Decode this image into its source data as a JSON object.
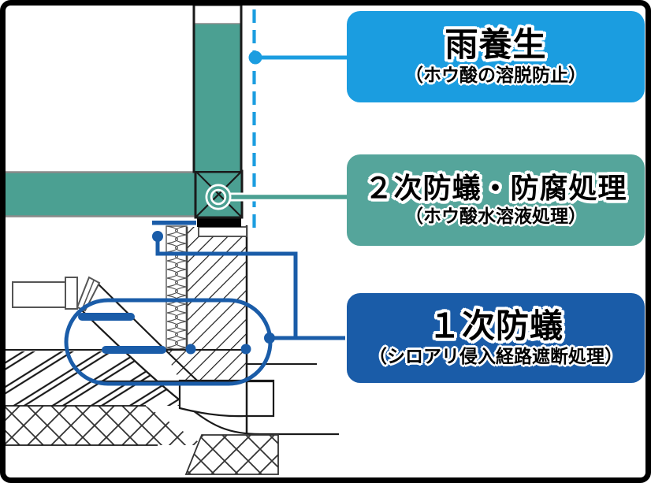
{
  "figure": {
    "type": "construction-detail-cross-section",
    "callouts": [
      {
        "id": "rain-protection",
        "title": "雨養生",
        "subtitle": "（ホウ酸の溶脱防止）",
        "color": "#1b9de0"
      },
      {
        "id": "secondary-termite-rot-treatment",
        "title": "２次防蟻・防腐処理",
        "subtitle": "（ホウ酸水溶液処理）",
        "color": "#55a59b"
      },
      {
        "id": "primary-termite-treatment",
        "title": "１次防蟻",
        "subtitle": "（シロアリ侵入経路遮断処理）",
        "color": "#1a5ca8"
      }
    ],
    "colors": {
      "accent_blue": "#1b9de0",
      "member_teal": "#4ba092",
      "dark_blue": "#1a5ca8",
      "line_black": "#1a1a1a"
    }
  }
}
